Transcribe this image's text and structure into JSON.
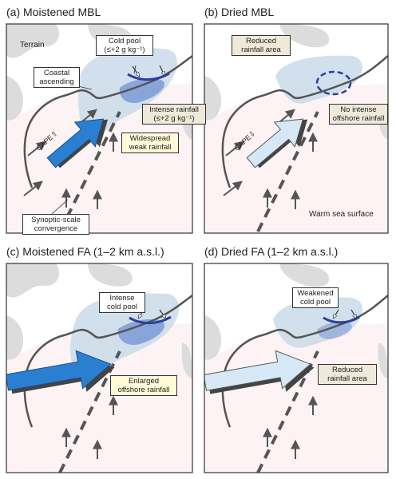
{
  "panels": {
    "a": {
      "title": "(a) Moistened MBL",
      "terrain": "Terrain",
      "cold_pool": [
        "Cold pool",
        "(≤+2 g kg⁻¹)"
      ],
      "coastal": [
        "Coastal",
        "ascending"
      ],
      "intense_rainfall": [
        "Intense rainfall",
        "(≤+2 g kg⁻¹)"
      ],
      "cape": "CAPE⇧",
      "widespread": [
        "Widespread",
        "weak rainfall"
      ],
      "synoptic": [
        "Synoptic-scale",
        "convergence"
      ]
    },
    "b": {
      "title": "(b) Dried MBL",
      "reduced": [
        "Reduced",
        "rainfall area"
      ],
      "no_intense": [
        "No intense",
        "offshore rainfall"
      ],
      "cape": "CAPE⇩",
      "warm_sea": "Warm sea surface"
    },
    "c": {
      "title": "(c) Moistened FA (1–2 km a.s.l.)",
      "intense_cold": [
        "Intense",
        "cold pool"
      ],
      "enlarged": [
        "Enlarged",
        "offshore rainfall"
      ]
    },
    "d": {
      "title": "(d) Dried FA (1–2 km a.s.l.)",
      "weakened": [
        "Weakened",
        "cold pool"
      ],
      "reduced": [
        "Reduced",
        "rainfall area"
      ]
    }
  },
  "colors": {
    "terrain_gray": "#dcdcdc",
    "sea_pink": "#fdf3f4",
    "rain_light": "#c9dbe9",
    "rain_intense": "#7d9ad6",
    "cold_pool_line": "#2a3f9e",
    "arrow_moist": "#2b7fd1",
    "arrow_dry": "#d6e8f5"
  }
}
